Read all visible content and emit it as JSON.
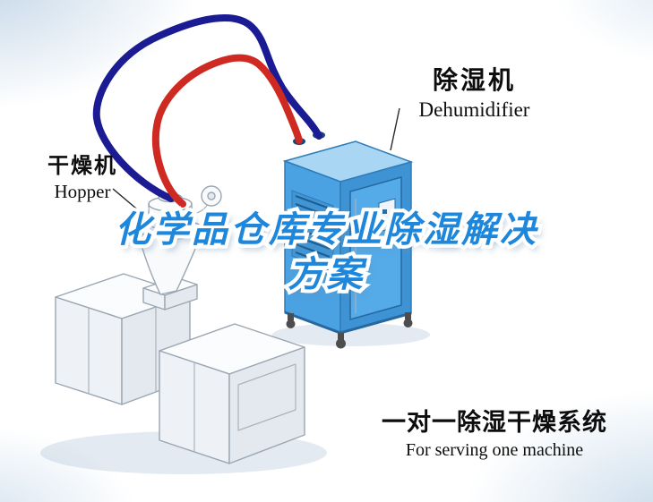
{
  "title": {
    "line1": "化学品仓库专业除湿解决",
    "line2": "方案"
  },
  "callouts": {
    "dehumidifier": {
      "cn": "除湿机",
      "en": "Dehumidifier"
    },
    "hopper": {
      "cn": "干燥机",
      "en": "Hopper"
    }
  },
  "caption": {
    "cn": "一对一除湿干燥系统",
    "en": "For serving one machine"
  },
  "colors": {
    "title_blue": "#1E87DC",
    "pipe_blue": "#1B1B94",
    "pipe_red": "#CF2A21",
    "cabinet_blue": "#4AA2E2",
    "cabinet_blue_dark": "#3E93D4",
    "cabinet_blue_light": "#A9D7F3",
    "cabinet_outline": "#2E7CB8",
    "lineart_gray": "#9AA6B2",
    "label_black": "#111111"
  },
  "icons": {
    "dehumidifier_unit": "dehumidifier-cabinet-illustration",
    "hopper_dryer": "hopper-dryer-illustration",
    "extruder_machine": "extruder-machine-illustration",
    "blue_pipe": "return-air-hose",
    "red_pipe": "dry-air-hose"
  }
}
